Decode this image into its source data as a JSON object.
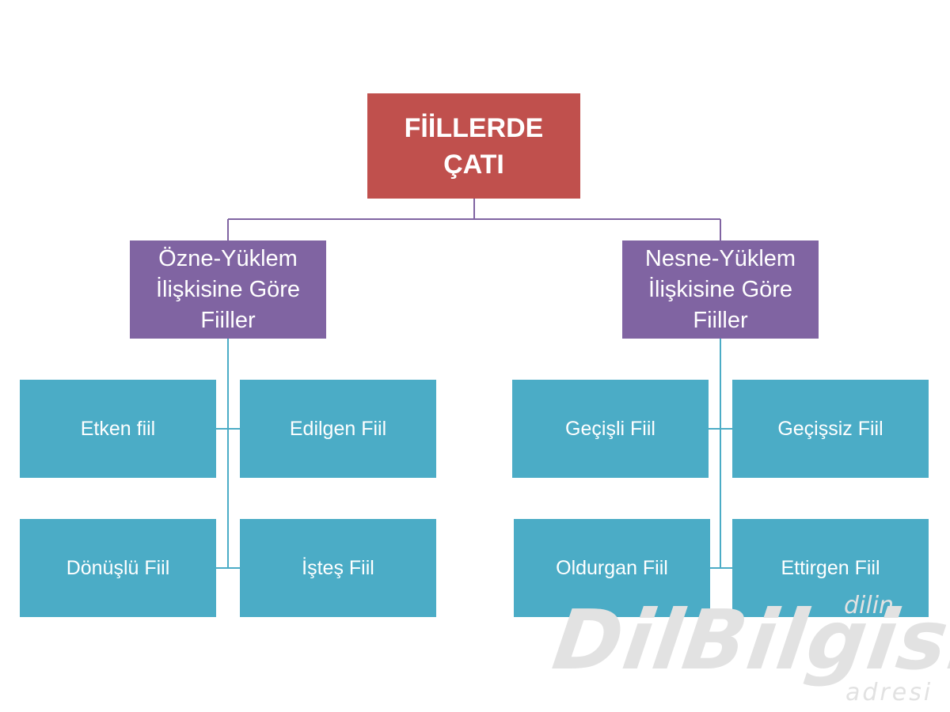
{
  "root": {
    "lines": [
      "FİİLLERDE",
      "ÇATI"
    ]
  },
  "left_category": {
    "lines": [
      "Özne-Yüklem",
      "İlişkisine Göre",
      "Fiiller"
    ],
    "items": [
      "Etken fiil",
      "Edilgen Fiil",
      "Dönüşlü Fiil",
      "İşteş Fiil"
    ]
  },
  "right_category": {
    "lines": [
      "Nesne-Yüklem",
      "İlişkisine Göre",
      "Fiiller"
    ],
    "items": [
      "Geçişli Fiil",
      "Geçişsiz Fiil",
      "Oldurgan Fiil",
      "Ettirgen Fiil"
    ]
  },
  "watermark": {
    "main": "DilBilgisi.net",
    "top": "dilin",
    "bottom": "adresi"
  },
  "colors": {
    "root": "#c0504d",
    "category": "#8064a2",
    "leaf": "#4bacc6",
    "connector_purple": "#8064a2",
    "connector_teal": "#4bacc6"
  }
}
